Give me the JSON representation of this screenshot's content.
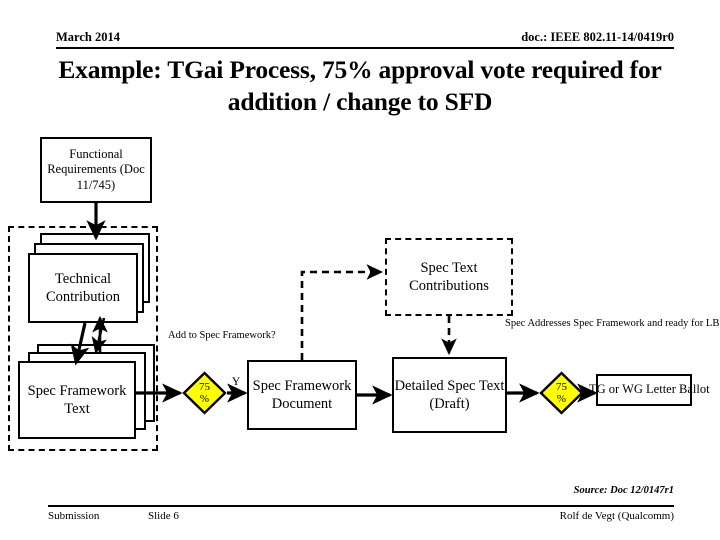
{
  "header": {
    "date": "March 2014",
    "doc": "doc.: IEEE 802.11-14/0419r0"
  },
  "title": "Example: TGai Process, 75% approval vote required for addition / change to SFD",
  "diagram": {
    "nodes": {
      "functional_requirements": "Functional Requirements (Doc 11/745)",
      "technical_contribution": "Technical Contribution",
      "spec_framework_text": "Spec Framework Text",
      "spec_text_contributions": "Spec Text Contributions",
      "spec_framework_document": "Spec Framework Document",
      "detailed_spec_text": "Detailed Spec Text (Draft)",
      "letter_ballot": "TG or WG Letter Ballot"
    },
    "decisions": [
      {
        "id": "decision-add-to-sfd",
        "value": "75",
        "unit": "%",
        "label": "Add to Spec Framework?"
      },
      {
        "id": "decision-ready-for-lb",
        "value": "75",
        "unit": "%",
        "label": "Spec Addresses Spec Framework and ready for LB?"
      }
    ],
    "edge_labels": {
      "yes": "Y"
    },
    "colors": {
      "decision_fill": "#FFFF00",
      "line": "#000000",
      "background": "#FFFFFF"
    }
  },
  "source_note": "Source: Doc 12/0147r1",
  "footer": {
    "left": "Submission",
    "slide": "Slide 6",
    "right": "Rolf de Vegt (Qualcomm)"
  }
}
